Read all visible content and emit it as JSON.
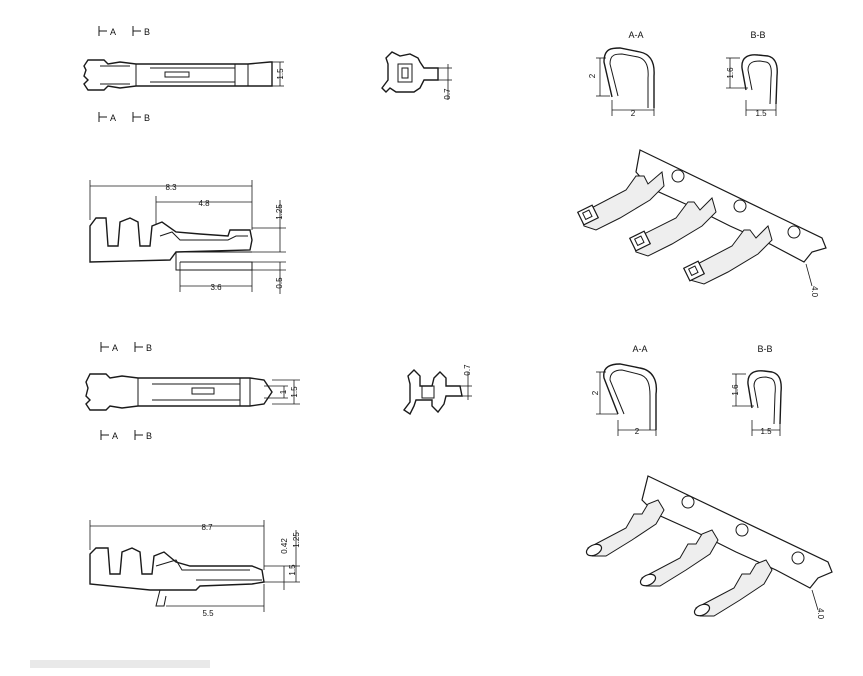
{
  "section_labels": {
    "a": "A",
    "b": "B",
    "aa": "A-A",
    "bb": "B-B"
  },
  "top": {
    "side_height": "1.5",
    "end_height": "0.7",
    "aa_height": "2",
    "aa_width": "2",
    "bb_height": "1.6",
    "bb_width": "1.5",
    "overall_length": "8.3",
    "contact_length": "4.8",
    "tab_length": "3.6",
    "contact_height": "1.25",
    "tab_offset": "0.5",
    "strip_pitch": "4.0"
  },
  "bottom": {
    "side_height_outer": "1.5",
    "side_height_inner": "1",
    "end_height": "0.7",
    "aa_height": "2",
    "aa_width": "2",
    "bb_height": "1.6",
    "bb_width": "1.5",
    "overall_length": "8.7",
    "tab_length": "5.5",
    "contact_height": "1.25",
    "tab_thickness": "0.42",
    "tab_height": "1.5",
    "strip_pitch": "4.0"
  }
}
